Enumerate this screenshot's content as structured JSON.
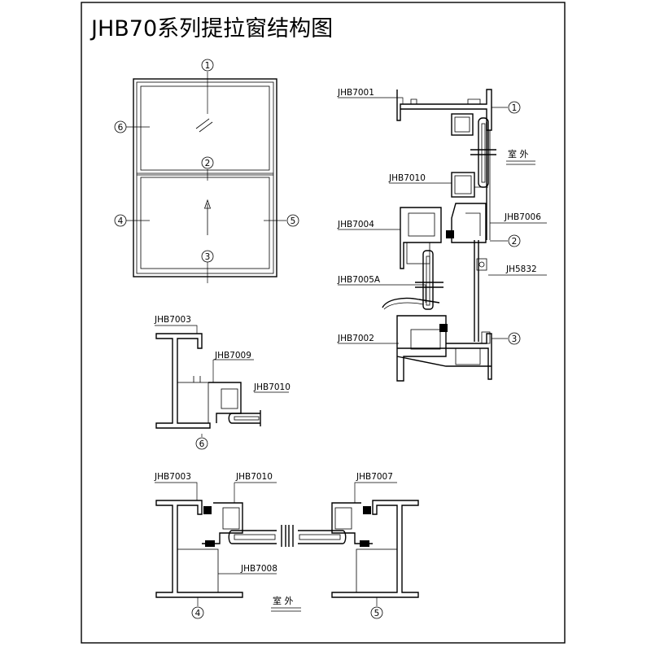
{
  "title": "JHB70系列提拉窗结构图",
  "markers": [
    "1",
    "2",
    "3",
    "4",
    "5",
    "6"
  ],
  "labels": {
    "jhb7001": "JHB7001",
    "jhb7002": "JHB7002",
    "jhb7003": "JHB7003",
    "jhb7004": "JHB7004",
    "jhb7005a": "JHB7005A",
    "jhb7006": "JHB7006",
    "jhb7007": "JHB7007",
    "jhb7008": "JHB7008",
    "jhb7009": "JHB7009",
    "jhb7010": "JHB7010",
    "jh5832": "JH5832"
  },
  "outside_label": "室 外"
}
